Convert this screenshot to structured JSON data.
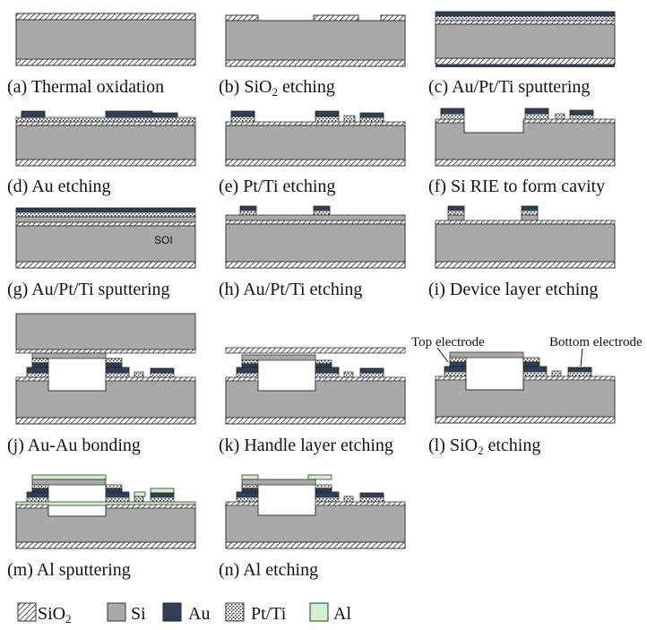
{
  "captions": {
    "a": "(a) Thermal oxidation",
    "b_pre": "(b) SiO",
    "b_sub": "2",
    "b_post": " etching",
    "c": "(c) Au/Pt/Ti sputtering",
    "d": "(d) Au etching",
    "e": "(e) Pt/Ti etching",
    "f": "(f) Si RIE to form cavity",
    "g": "(g) Au/Pt/Ti sputtering",
    "h": "(h) Au/Pt/Ti etching",
    "i": "(i) Device layer etching",
    "j": "(j) Au-Au bonding",
    "k": "(k) Handle layer etching",
    "l_pre": "(l) SiO",
    "l_sub": "2",
    "l_post": " etching",
    "m": "(m) Al sputtering",
    "n": "(n) Al etching"
  },
  "annotations": {
    "soi": "SOI",
    "top_electrode": "Top electrode",
    "bottom_electrode": "Bottom electrode"
  },
  "legend": {
    "sio2_pre": "SiO",
    "sio2_sub": "2",
    "si": "Si",
    "au": "Au",
    "ptti": "Pt/Ti",
    "al": "Al"
  },
  "colors": {
    "si": "#a9a9a9",
    "au": "#2e4057",
    "al": "#d4f0cc",
    "outline": "#333333"
  }
}
